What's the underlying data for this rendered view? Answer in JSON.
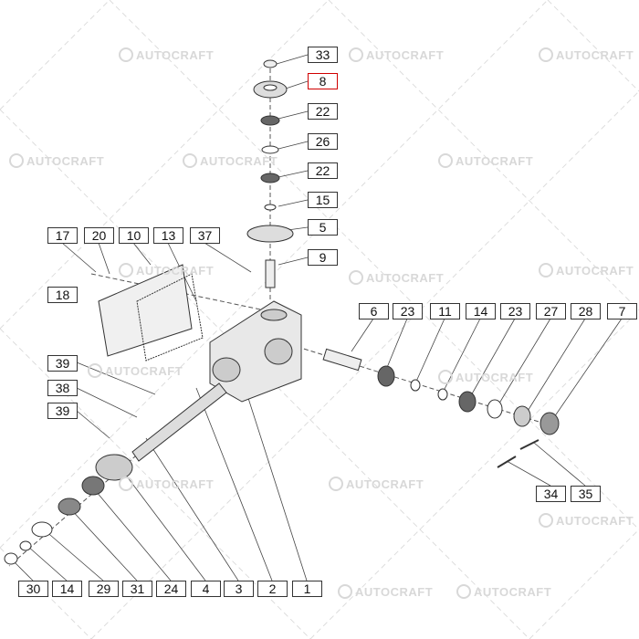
{
  "watermark": "AUTOCRAFT",
  "highlight_color": "#d00000",
  "labels": {
    "p33": "33",
    "p8": "8",
    "p22a": "22",
    "p26": "26",
    "p22b": "22",
    "p15": "15",
    "p5": "5",
    "p9": "9",
    "p17": "17",
    "p20": "20",
    "p10": "10",
    "p13": "13",
    "p37": "37",
    "p18": "18",
    "p6": "6",
    "p23a": "23",
    "p11": "11",
    "p14a": "14",
    "p23b": "23",
    "p27": "27",
    "p28": "28",
    "p7": "7",
    "p39a": "39",
    "p38": "38",
    "p39b": "39",
    "p34": "34",
    "p35": "35",
    "p30": "30",
    "p14b": "14",
    "p29": "29",
    "p31": "31",
    "p24": "24",
    "p4": "4",
    "p3": "3",
    "p2": "2",
    "p1": "1"
  },
  "highlighted_part": "8"
}
